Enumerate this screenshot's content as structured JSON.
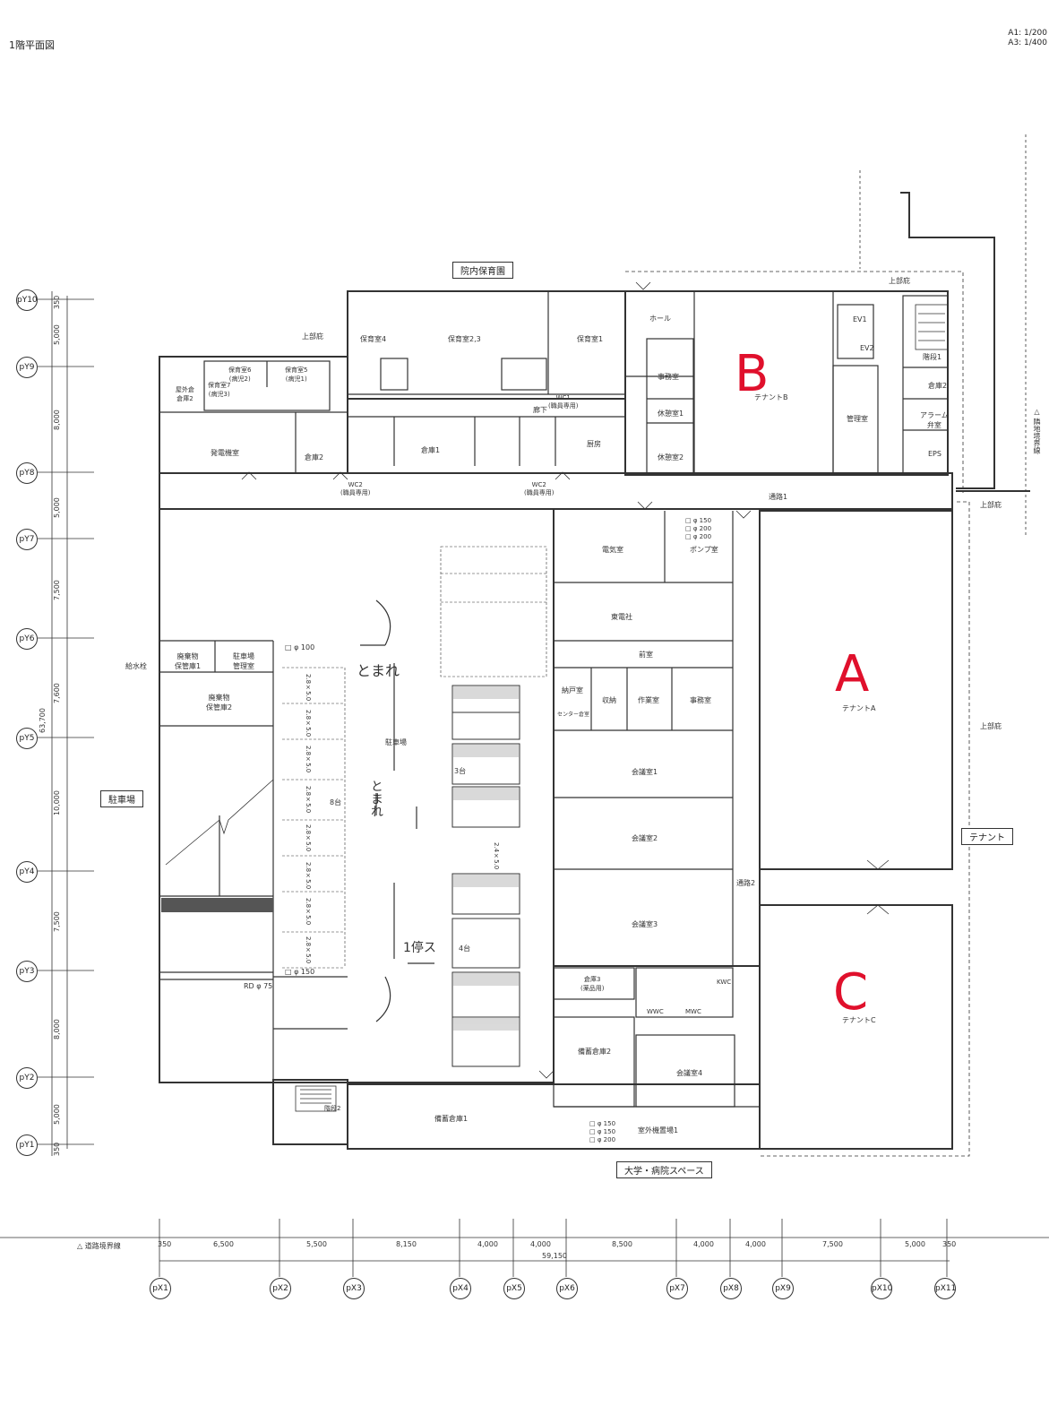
{
  "header": {
    "title": "1階平面図",
    "scale_a1": "A1: 1/200",
    "scale_a3": "A3: 1/400"
  },
  "outside_labels": {
    "nursery": "院内保育園",
    "parking_lot": "駐車場",
    "tenant": "テナント",
    "university": "大学・病院スペース",
    "boundary_bottom": "△ 道路境界線",
    "boundary_right": "△ 隣地境界線",
    "roof_edge_top": "上部庇",
    "roof_edge_right": "上部庇",
    "roof_edge_mid": "上部庇",
    "roof_edge_left": "上部庇",
    "water_tap": "給水栓"
  },
  "zones": {
    "b": "B",
    "a": "A",
    "c": "C",
    "tenant_b": "テナントB",
    "tenant_a": "テナントA",
    "tenant_c": "テナントC"
  },
  "rooms": {
    "hoiku4": "保育室4",
    "hoiku23": "保育室2,3",
    "hoiku1": "保育室1",
    "hoiku6": "保育室6\n(病児2)",
    "hoiku5": "保育室5\n(病児1)",
    "hoiku7": "保育室7\n(病児3)",
    "outdoor_store": "屋外倉\n倉庫2",
    "generator": "発電機室",
    "store1": "倉庫1",
    "store2": "倉庫2",
    "kitchen": "厨房",
    "hall": "ホール",
    "office": "事務室",
    "rest1": "休憩室1",
    "rest2": "休憩室2",
    "admin": "管理室",
    "ev1": "EV1",
    "ev2": "EV2",
    "stairs1": "階段1",
    "store_r2": "倉庫2",
    "alarm": "アラーム\n弁室",
    "eps": "EPS",
    "corridor1": "通路1",
    "corridor2": "通路2",
    "electrical": "電気室",
    "pump": "ポンプ室",
    "east_co": "東電社",
    "front_room": "前室",
    "storage_room": "納戸室",
    "center_store": "センター倉室",
    "shuno": "収納",
    "work": "作業室",
    "office2": "事務室",
    "meeting1": "会議室1",
    "meeting2": "会議室2",
    "meeting3": "会議室3",
    "meeting4": "会議室4",
    "store3": "倉庫3\n(薬品用)",
    "equipment2": "備蓄倉庫2",
    "equipment1": "備蓄倉庫1",
    "outdoor_equip": "室外機置場1",
    "waste1": "廃棄物\n保管庫1",
    "waste2": "廃棄物\n保管庫2",
    "parking_mgmt": "駐車場\n管理室",
    "parking_center": "駐車場",
    "stairs2": "階段2",
    "wc1": "WC1\n(職員専用)",
    "wc2": "WC2\n(職員専用)",
    "wc3": "WC2\n(職員専用)",
    "corridor_hallway": "廊下",
    "mwc": "MWC",
    "wwc": "WWC",
    "kwc": "KWC"
  },
  "parking": {
    "stop_marking": "とまれ",
    "tomare_vertical": "とまれ",
    "slow_marking": "1停ス",
    "count_8": "8台",
    "count_3": "3台",
    "count_4": "4台",
    "stall_size": "2.8×5.0",
    "accessible_size": "2.4×5.0",
    "drain_100": "□ φ 100",
    "drain_150": "□ φ 150",
    "rd_75": "RD φ 75"
  },
  "grid_y": [
    {
      "id": "pY10",
      "dim_below": "350"
    },
    {
      "id": "pY9",
      "dim_below": "5,000"
    },
    {
      "id": "pY8",
      "dim_below": "8,000"
    },
    {
      "id": "pY7",
      "dim_below": "5,000"
    },
    {
      "id": "pY6",
      "dim_below": "7,500"
    },
    {
      "id": "pY5",
      "dim_below": "7,600"
    },
    {
      "id": "pY4",
      "dim_below": "10,000"
    },
    {
      "id": "pY3",
      "dim_below": "7,500"
    },
    {
      "id": "pY2",
      "dim_below": "8,000"
    },
    {
      "id": "pY1",
      "dim_below": "5,000"
    }
  ],
  "grid_y_total": "63,700",
  "grid_y_end": "350",
  "grid_x": [
    "pX1",
    "pX2",
    "pX3",
    "pX4",
    "pX5",
    "pX6",
    "pX7",
    "pX8",
    "pX9",
    "pX10",
    "pX11"
  ],
  "grid_x_dims": [
    "350",
    "6,500",
    "5,500",
    "8,150",
    "4,000",
    "4,000",
    "8,500",
    "4,000",
    "4,000",
    "7,500",
    "5,000",
    "350"
  ],
  "grid_x_total": "59,150",
  "pipes": {
    "pump_150": "□ φ 150",
    "pump_200a": "□ φ 200",
    "pump_200b": "□ φ 200",
    "bottom_150a": "□ φ 150",
    "bottom_150b": "□ φ 150",
    "bottom_200": "□ φ 200"
  }
}
